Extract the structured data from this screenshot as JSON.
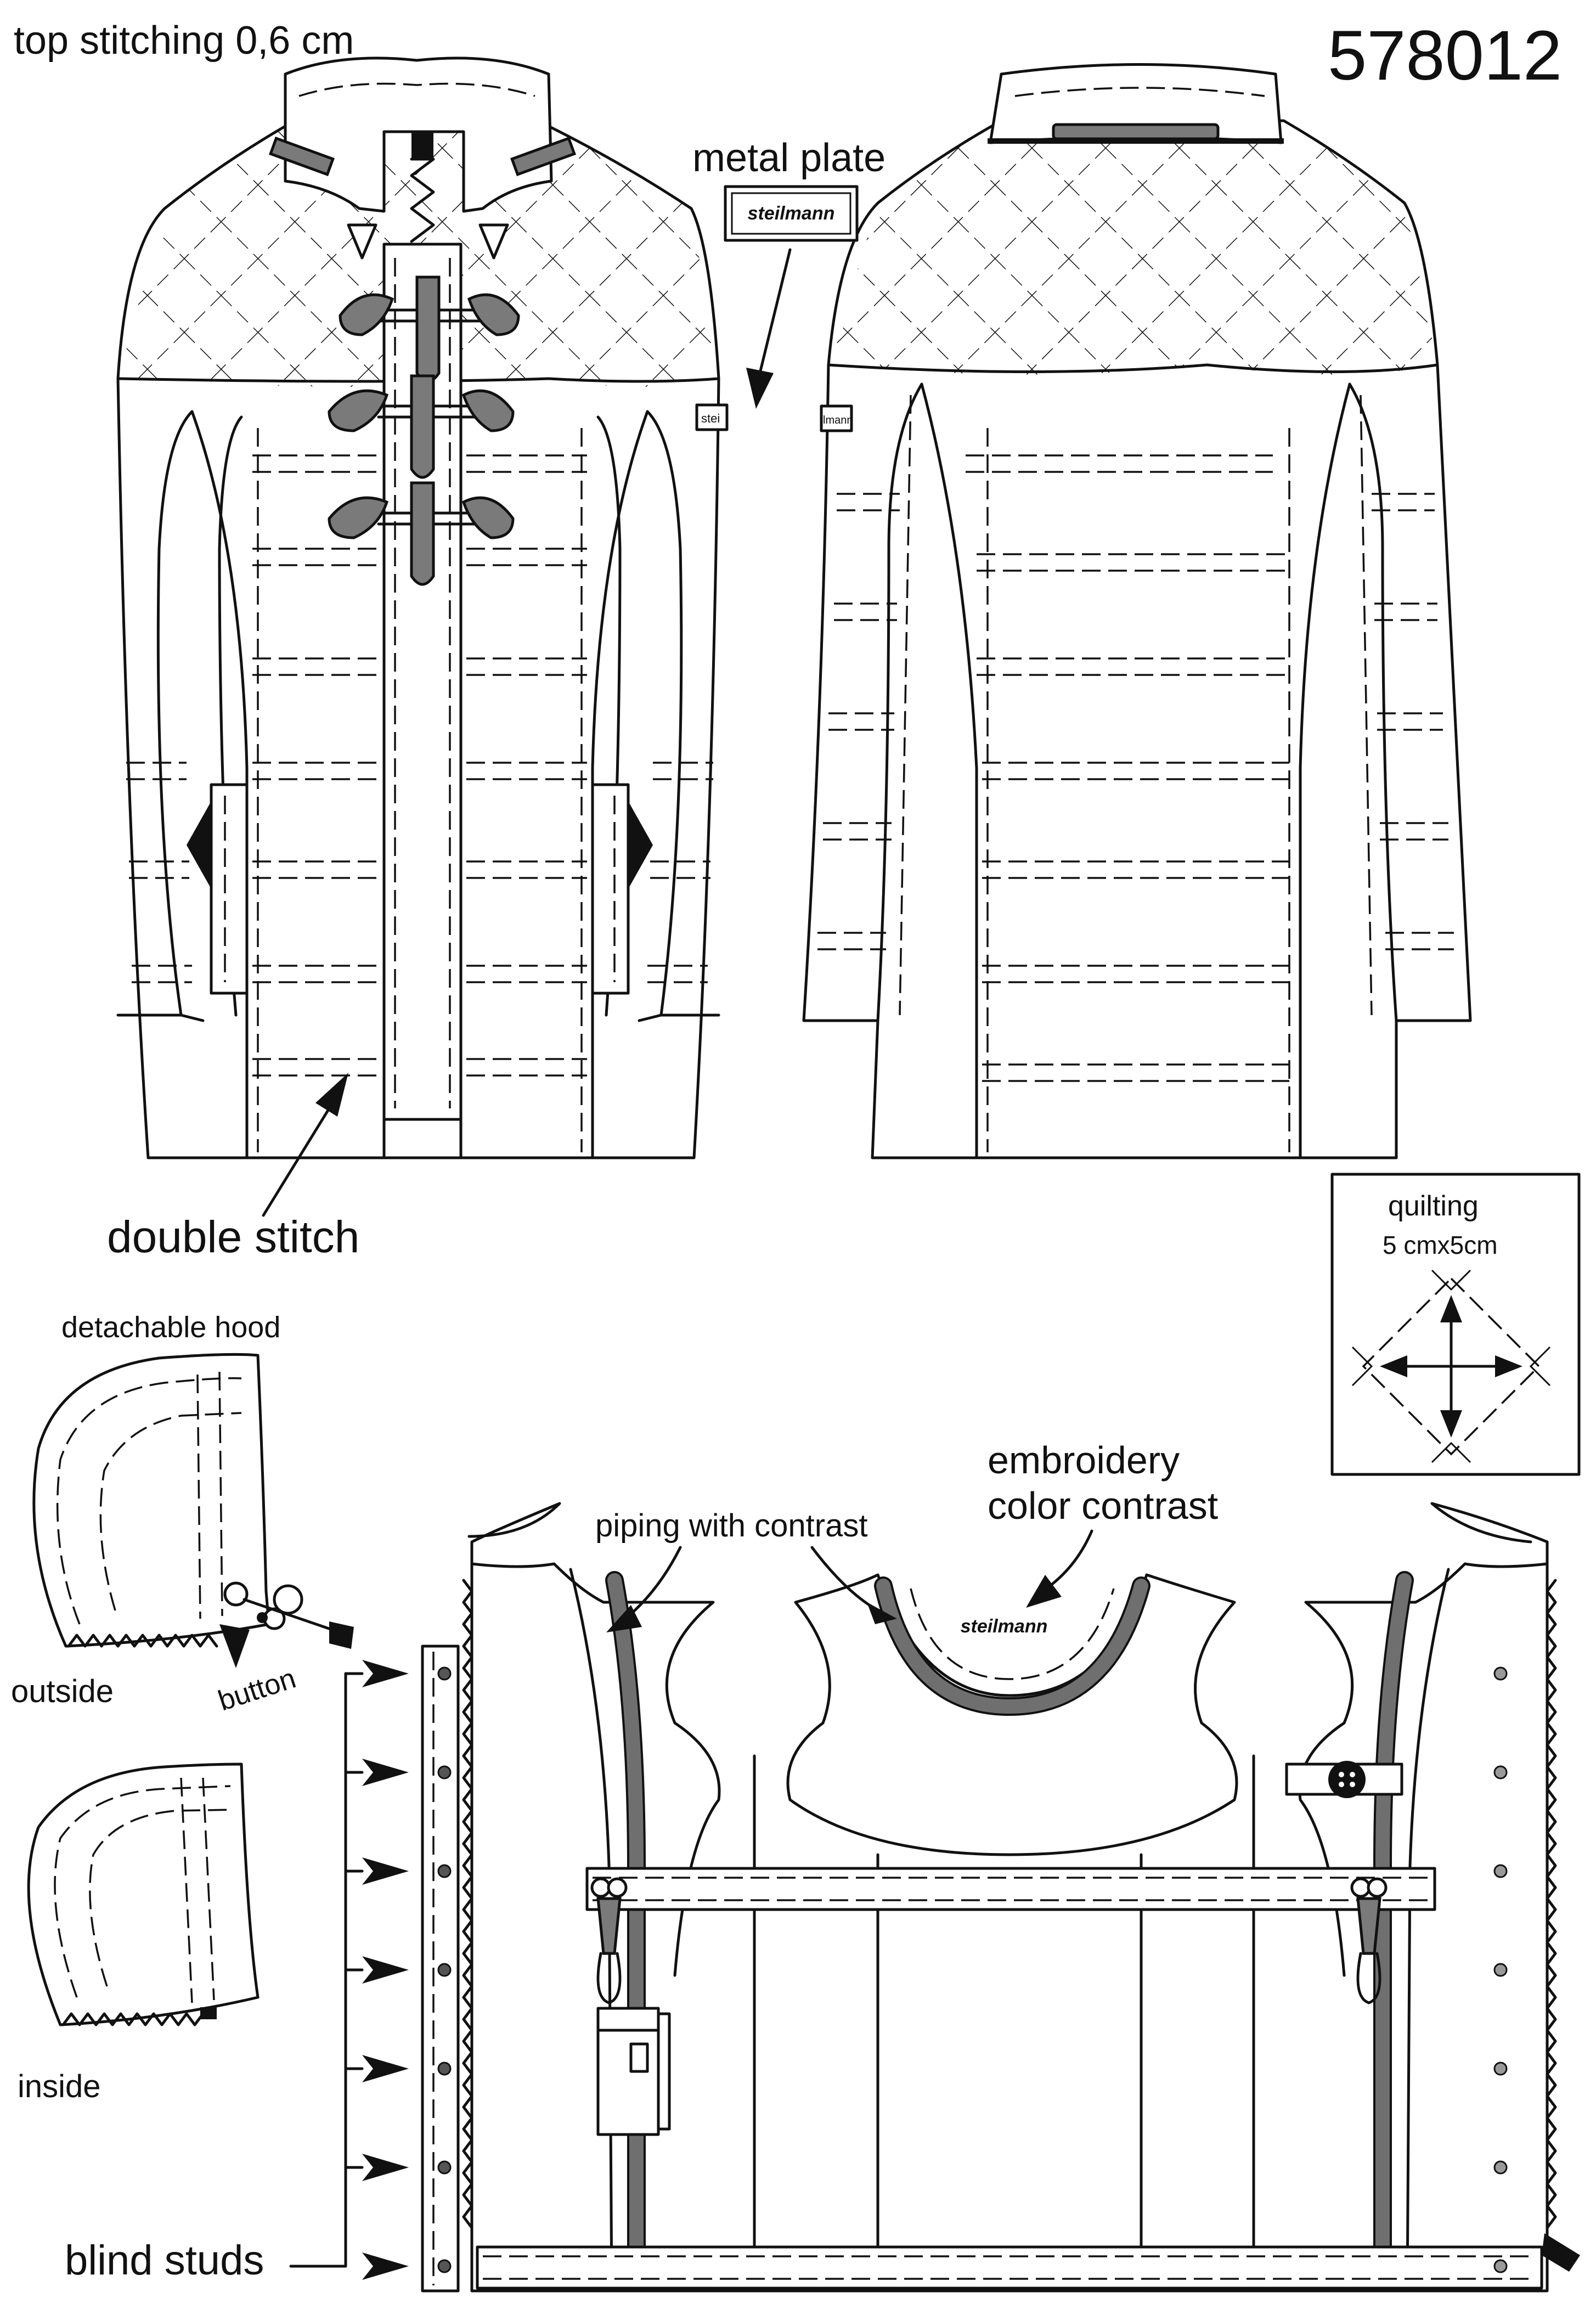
{
  "sheet": {
    "style_number": "578012",
    "labels": {
      "top_stitching": "top stitching 0,6 cm",
      "metal_plate": "metal plate",
      "brand_plate": "steilmann",
      "double_stitch": "double stitch",
      "quilting_title": "quilting",
      "quilting_size": "5 cmx5cm",
      "detachable_hood": "detachable hood",
      "outside": "outside",
      "button": "button",
      "inside": "inside",
      "piping": "piping with contrast",
      "embroidery_line1": "embroidery",
      "embroidery_line2": "color contrast",
      "embroidery_logo": "steilmann",
      "sleeve_tab_front": "stei",
      "sleeve_tab_back": "lmann",
      "blind_studs": "blind studs"
    }
  },
  "colors": {
    "line": "#111111",
    "contrast_gray": "#7a7a7a",
    "paper": "#ffffff"
  }
}
